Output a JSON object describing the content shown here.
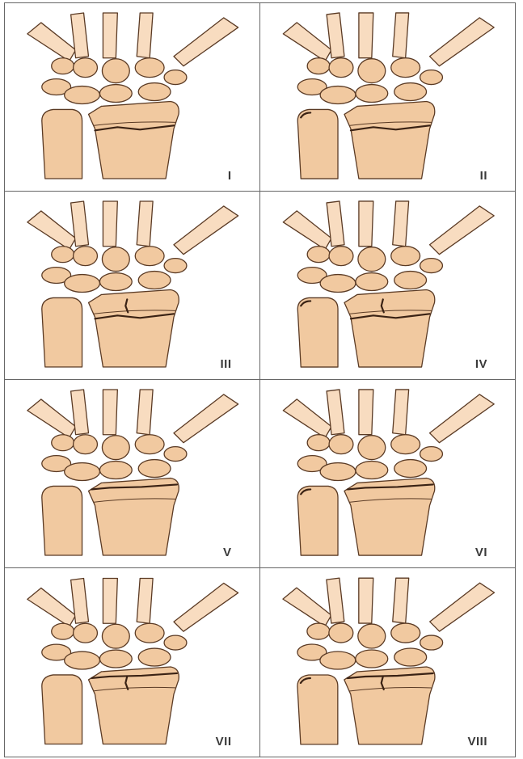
{
  "colors": {
    "bone_fill": "#f1c9a0",
    "bone_light": "#f8dcc0",
    "outline": "#5a3a24",
    "fracture": "#3a2214",
    "border": "#666666"
  },
  "panels": [
    {
      "label": "I",
      "fractures": [
        "radius-extra-articular"
      ]
    },
    {
      "label": "II",
      "fractures": [
        "radius-extra-articular",
        "ulnar-styloid"
      ]
    },
    {
      "label": "III",
      "fractures": [
        "radius-extra-articular",
        "radius-intra-articular"
      ]
    },
    {
      "label": "IV",
      "fractures": [
        "radius-extra-articular",
        "radius-intra-articular",
        "ulnar-styloid"
      ]
    },
    {
      "label": "V",
      "fractures": [
        "radioulnar-joint"
      ]
    },
    {
      "label": "VI",
      "fractures": [
        "radioulnar-joint",
        "ulnar-styloid"
      ]
    },
    {
      "label": "VII",
      "fractures": [
        "radioulnar-joint",
        "radius-intra-articular"
      ]
    },
    {
      "label": "VIII",
      "fractures": [
        "radioulnar-joint",
        "radius-intra-articular",
        "ulnar-styloid"
      ]
    }
  ]
}
